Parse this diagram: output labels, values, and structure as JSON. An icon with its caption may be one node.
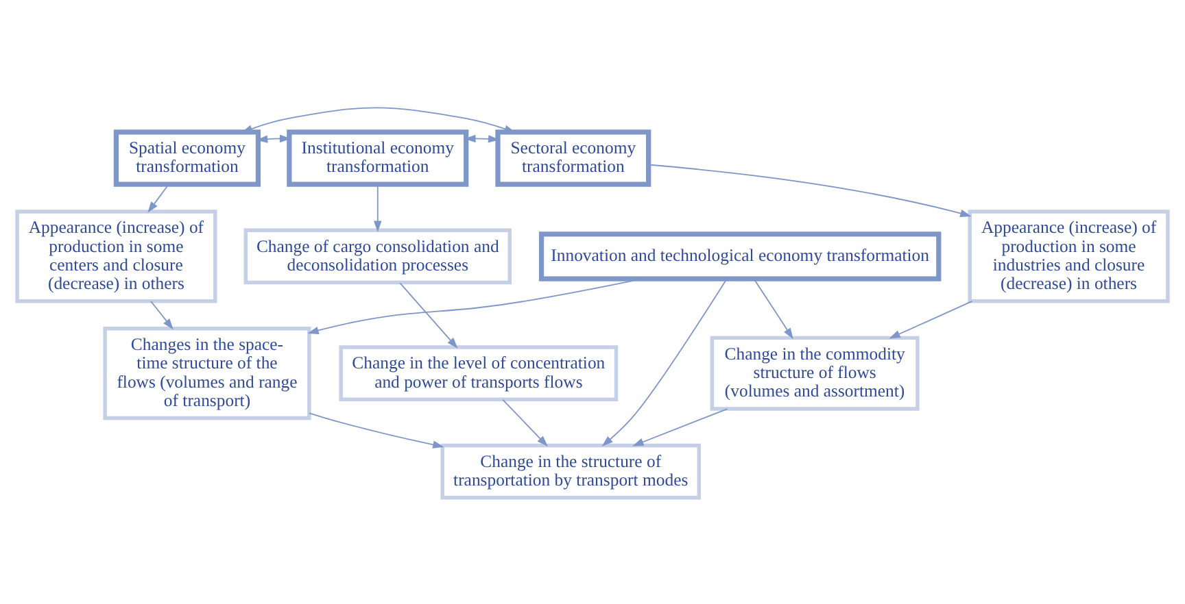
{
  "diagram": {
    "nodes": [
      {
        "text": [
          "Spatial economy transformation"
        ]
      },
      {
        "text": [
          "Institutional economy transformation"
        ]
      },
      {
        "text": [
          "Sectoral economy transformation"
        ]
      },
      {
        "text": [
          "Appearance (increase) of production in some centers and closure (decrease) in others"
        ]
      },
      {
        "text": [
          "Change of cargo consolidation and deconsolidation processes"
        ]
      },
      {
        "text": [
          "Appearance (increase) of production in some industries and closure (decrease) in others"
        ]
      },
      {
        "text": [
          "Changes in the space-time structure of the flows (volumes and range of transport)"
        ]
      },
      {
        "text": [
          "Change in the level of concentration and power of transports flows"
        ]
      },
      {
        "text": [
          "Change in the commodity structure of flows (volumes and assortment)"
        ]
      },
      {
        "text": [
          "Change in the structure of transportation by transport modes"
        ]
      },
      {
        "text": [
          "Innovation and technological economy transformation"
        ]
      }
    ],
    "edges": [
      {
        "from": 0,
        "to": 2,
        "arrow": "both"
      },
      {
        "from": 0,
        "to": 1,
        "arrow": "both"
      },
      {
        "from": 1,
        "to": 2,
        "arrow": "both"
      },
      {
        "from": 0,
        "to": 3,
        "arrow": "to"
      },
      {
        "from": 1,
        "to": 4,
        "arrow": "to"
      },
      {
        "from": 2,
        "to": 5,
        "arrow": "to"
      },
      {
        "from": 3,
        "to": 6,
        "arrow": "to"
      },
      {
        "from": 4,
        "to": 7,
        "arrow": "to"
      },
      {
        "from": 5,
        "to": 8,
        "arrow": "to"
      },
      {
        "from": 7,
        "to": 9,
        "arrow": "to"
      },
      {
        "from": 6,
        "to": 9,
        "arrow": "to"
      },
      {
        "from": 8,
        "to": 9,
        "arrow": "to"
      },
      {
        "from": 10,
        "to": 6,
        "arrow": "to"
      },
      {
        "from": 10,
        "to": 9,
        "arrow": "to"
      },
      {
        "from": 10,
        "to": 8,
        "arrow": "to"
      }
    ]
  }
}
